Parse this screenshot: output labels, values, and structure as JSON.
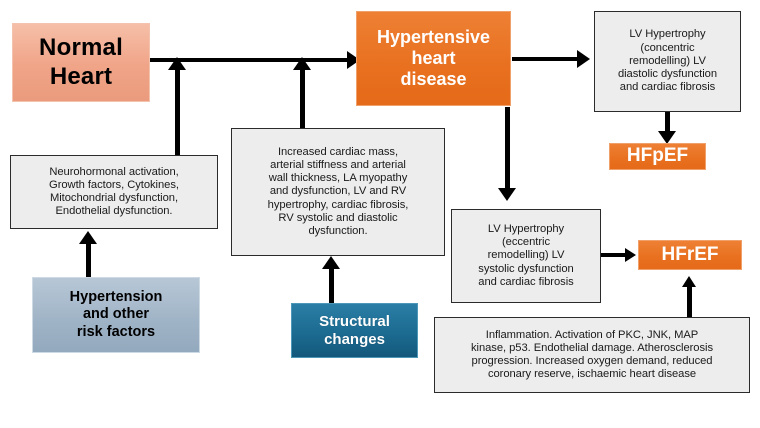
{
  "diagram": {
    "title": "Pathophysiology of hypertensive heart disease leading to HFpEF and HFrEF",
    "colors": {
      "salmon": "#f0a488",
      "orange": "#e8701f",
      "steel_blue": "#9fb3c6",
      "teal": "#1c6b91",
      "grey_box": "#ededed",
      "outline": "#2b2b2b",
      "arrow": "#000000"
    }
  },
  "nodes": {
    "normal_heart": {
      "label": "Normal\nHeart",
      "style": "salmon"
    },
    "hypertensive_heart_disease": {
      "label": "Hypertensive\nheart\ndisease",
      "style": "orange"
    },
    "neurohormonal": {
      "label": "Neurohormonal activation,\nGrowth factors, Cytokines,\nMitochondrial dysfunction,\nEndothelial dysfunction.",
      "style": "grey"
    },
    "hypertension_risk_factors": {
      "label": "Hypertension\nand other\nrisk factors",
      "style": "steel"
    },
    "structural_detail": {
      "label": "Increased cardiac mass,\narterial stiffness and arterial\nwall thickness, LA myopathy\nand dysfunction,  LV and RV\nhypertrophy, cardiac fibrosis,\nRV  systolic and diastolic\ndysfunction.",
      "style": "grey"
    },
    "structural_changes": {
      "label": "Structural\nchanges",
      "style": "teal"
    },
    "lv_concentric": {
      "label": "LV Hypertrophy\n(concentric\nremodelling) LV\ndiastolic dysfunction\nand cardiac fibrosis",
      "style": "grey"
    },
    "hfpef": {
      "label": "HFpEF",
      "style": "orange"
    },
    "lv_eccentric": {
      "label": "LV Hypertrophy\n(eccentric\nremodelling) LV\nsystolic dysfunction\nand cardiac fibrosis",
      "style": "grey"
    },
    "hfref": {
      "label": "HFrEF",
      "style": "orange"
    },
    "inflammation": {
      "label": "Inflammation.  Activation of PKC, JNK, MAP\nkinase, p53. Endothelial damage. Atherosclerosis\nprogression. Increased oxygen demand, reduced\ncoronary reserve, ischaemic heart disease",
      "style": "grey"
    }
  },
  "edges": [
    {
      "id": "normal-to-hhd",
      "from": "normal_heart",
      "to": "hypertensive_heart_disease",
      "direction": "right"
    },
    {
      "id": "neurohormonal-to-flow",
      "from": "neurohormonal",
      "to": "normal-to-hhd",
      "direction": "up"
    },
    {
      "id": "hypertension-to-neurohormonal",
      "from": "hypertension_risk_factors",
      "to": "neurohormonal",
      "direction": "up"
    },
    {
      "id": "structural-detail-to-flow",
      "from": "structural_detail",
      "to": "normal-to-hhd",
      "direction": "up"
    },
    {
      "id": "structural-changes-to-detail",
      "from": "structural_changes",
      "to": "structural_detail",
      "direction": "up"
    },
    {
      "id": "hhd-to-lv-concentric",
      "from": "hypertensive_heart_disease",
      "to": "lv_concentric",
      "direction": "right"
    },
    {
      "id": "lv-concentric-to-hfpef",
      "from": "lv_concentric",
      "to": "hfpef",
      "direction": "down"
    },
    {
      "id": "hhd-to-lv-eccentric",
      "from": "hypertensive_heart_disease",
      "to": "lv_eccentric",
      "direction": "down"
    },
    {
      "id": "lv-eccentric-to-hfref",
      "from": "lv_eccentric",
      "to": "hfref",
      "direction": "right"
    },
    {
      "id": "inflammation-to-hfref",
      "from": "inflammation",
      "to": "hfref",
      "direction": "up"
    }
  ]
}
